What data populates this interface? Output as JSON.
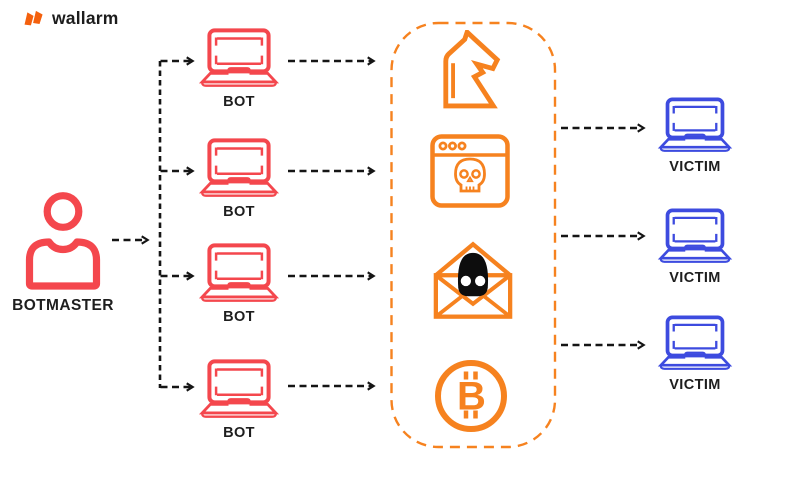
{
  "brand": {
    "logo_text": "wallarm"
  },
  "colors": {
    "bot_red": "#F4474D",
    "victim_blue": "#3D4BDF",
    "malware_orange": "#F6821F",
    "logo_orange": "#F4600D",
    "arrow_black": "#151515",
    "label_text": "#1E1E1E",
    "skull_black": "#0D0D0D"
  },
  "diagram": {
    "botmaster": {
      "label": "BOTMASTER",
      "icon": "person-icon"
    },
    "bots": [
      {
        "label": "BOT",
        "icon": "laptop-icon"
      },
      {
        "label": "BOT",
        "icon": "laptop-icon"
      },
      {
        "label": "BOT",
        "icon": "laptop-icon"
      },
      {
        "label": "BOT",
        "icon": "laptop-icon"
      }
    ],
    "malware_channel": {
      "icons": [
        {
          "name": "trojan-horse-icon"
        },
        {
          "name": "browser-skull-icon"
        },
        {
          "name": "email-skull-icon"
        },
        {
          "name": "bitcoin-icon",
          "symbol": "B"
        }
      ]
    },
    "victims": [
      {
        "label": "VICTIM",
        "icon": "laptop-icon"
      },
      {
        "label": "VICTIM",
        "icon": "laptop-icon"
      },
      {
        "label": "VICTIM",
        "icon": "laptop-icon"
      }
    ]
  }
}
